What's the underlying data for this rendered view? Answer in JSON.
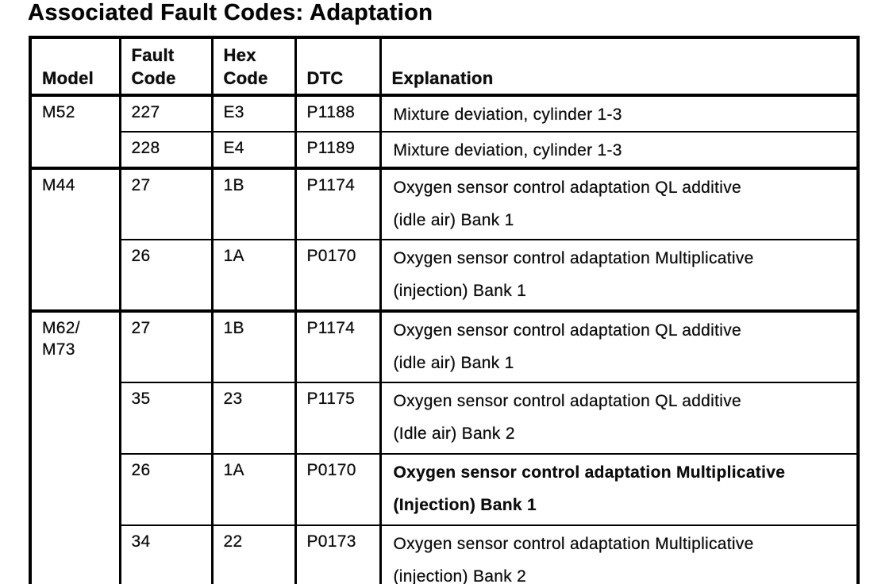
{
  "page": {
    "title": "Associated Fault Codes: Adaptation"
  },
  "table": {
    "headers": [
      {
        "id": "model",
        "lines": [
          "Model"
        ]
      },
      {
        "id": "fault-code",
        "lines": [
          "Fault",
          "Code"
        ]
      },
      {
        "id": "hex-code",
        "lines": [
          "Hex",
          "Code"
        ]
      },
      {
        "id": "dtc",
        "lines": [
          "DTC"
        ]
      },
      {
        "id": "explanation",
        "lines": [
          "Explanation"
        ]
      }
    ],
    "sections": [
      {
        "model_lines": [
          "M52"
        ],
        "rows": [
          {
            "fault_code": "227",
            "hex_code": "E3",
            "dtc": "P1188",
            "explanation_lines": [
              "Mixture deviation, cylinder 1-3"
            ],
            "bold": false
          },
          {
            "fault_code": "228",
            "hex_code": "E4",
            "dtc": "P1189",
            "explanation_lines": [
              "Mixture deviation, cylinder 1-3"
            ],
            "bold": false
          }
        ]
      },
      {
        "model_lines": [
          "M44"
        ],
        "rows": [
          {
            "fault_code": "27",
            "hex_code": "1B",
            "dtc": "P1174",
            "explanation_lines": [
              "Oxygen sensor control adaptation QL additive",
              "(idle air) Bank 1"
            ],
            "bold": false
          },
          {
            "fault_code": "26",
            "hex_code": "1A",
            "dtc": "P0170",
            "explanation_lines": [
              "Oxygen sensor control adaptation Multiplicative",
              "(injection) Bank 1"
            ],
            "bold": false
          }
        ]
      },
      {
        "model_lines": [
          "M62/",
          "M73"
        ],
        "rows": [
          {
            "fault_code": "27",
            "hex_code": "1B",
            "dtc": "P1174",
            "explanation_lines": [
              "Oxygen sensor control adaptation QL additive",
              "(idle air) Bank 1"
            ],
            "bold": false
          },
          {
            "fault_code": "35",
            "hex_code": "23",
            "dtc": "P1175",
            "explanation_lines": [
              "Oxygen sensor control adaptation QL additive",
              "(Idle air) Bank 2"
            ],
            "bold": false
          },
          {
            "fault_code": "26",
            "hex_code": "1A",
            "dtc": "P0170",
            "explanation_lines": [
              "Oxygen sensor control adaptation Multiplicative",
              "(Injection) Bank 1"
            ],
            "bold": true
          },
          {
            "fault_code": "34",
            "hex_code": "22",
            "dtc": "P0173",
            "explanation_lines": [
              "Oxygen sensor control adaptation Multiplicative",
              "(injection) Bank 2"
            ],
            "bold": false
          }
        ]
      }
    ]
  }
}
